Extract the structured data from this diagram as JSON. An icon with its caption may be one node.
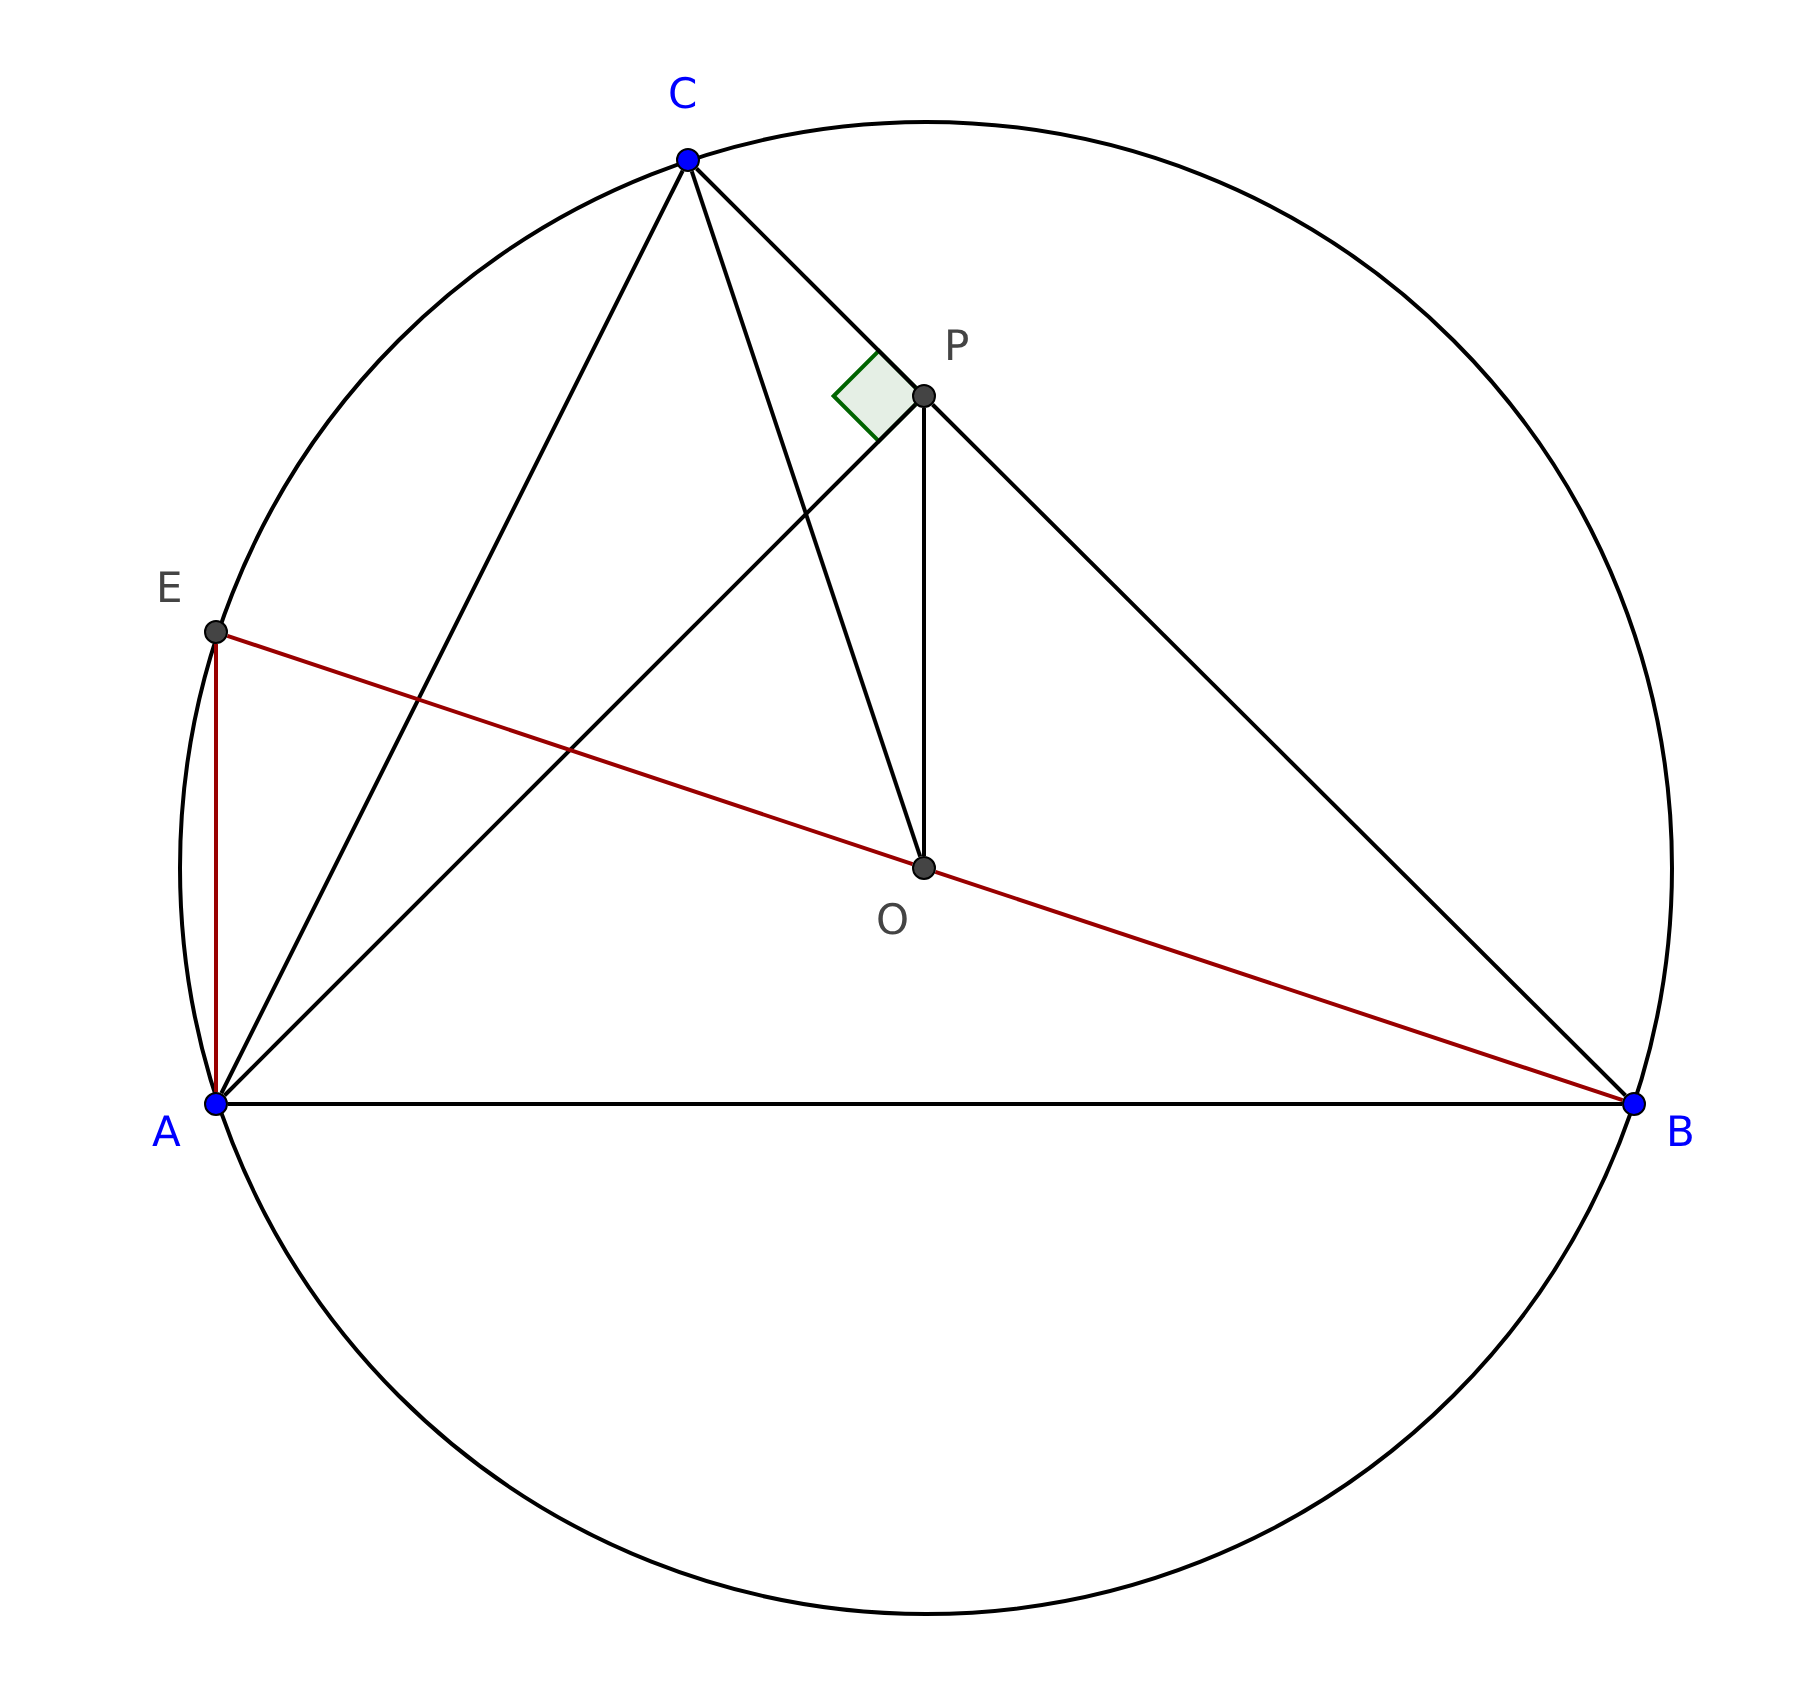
{
  "diagram": {
    "nodes": [
      {
        "text": [
          "C"
        ]
      },
      {
        "text": [
          "P"
        ]
      },
      {
        "text": [
          "E"
        ]
      },
      {
        "text": [
          "O"
        ]
      },
      {
        "text": [
          "A"
        ]
      },
      {
        "text": [
          "B"
        ]
      }
    ],
    "edges": [
      {
        "from": 0,
        "to": 4,
        "arrow": "none"
      },
      {
        "from": 0,
        "to": 1,
        "arrow": "none"
      },
      {
        "from": 1,
        "to": 5,
        "arrow": "none"
      },
      {
        "from": 0,
        "to": 3,
        "arrow": "none"
      },
      {
        "from": 1,
        "to": 3,
        "arrow": "none"
      },
      {
        "from": 4,
        "to": 1,
        "arrow": "none"
      },
      {
        "from": 4,
        "to": 5,
        "arrow": "none"
      },
      {
        "from": 2,
        "to": 3,
        "arrow": "none",
        "color": "#990000"
      },
      {
        "from": 3,
        "to": 5,
        "arrow": "none",
        "color": "#990000"
      },
      {
        "from": 2,
        "to": 4,
        "arrow": "none",
        "color": "#990000"
      }
    ]
  }
}
